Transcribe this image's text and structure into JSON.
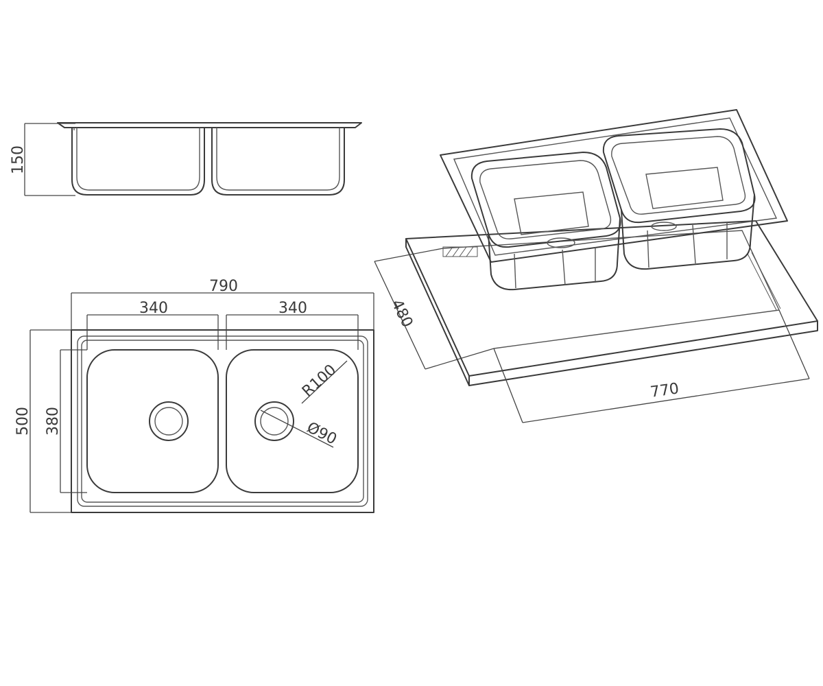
{
  "dimensions": {
    "depth": "150",
    "overall_width": "790",
    "bowl_left_width": "340",
    "bowl_right_width": "340",
    "overall_height": "500",
    "bowl_height": "380",
    "corner_radius": "R100",
    "drain_diameter": "Ø90",
    "cutout_depth": "480",
    "cutout_width": "770"
  }
}
